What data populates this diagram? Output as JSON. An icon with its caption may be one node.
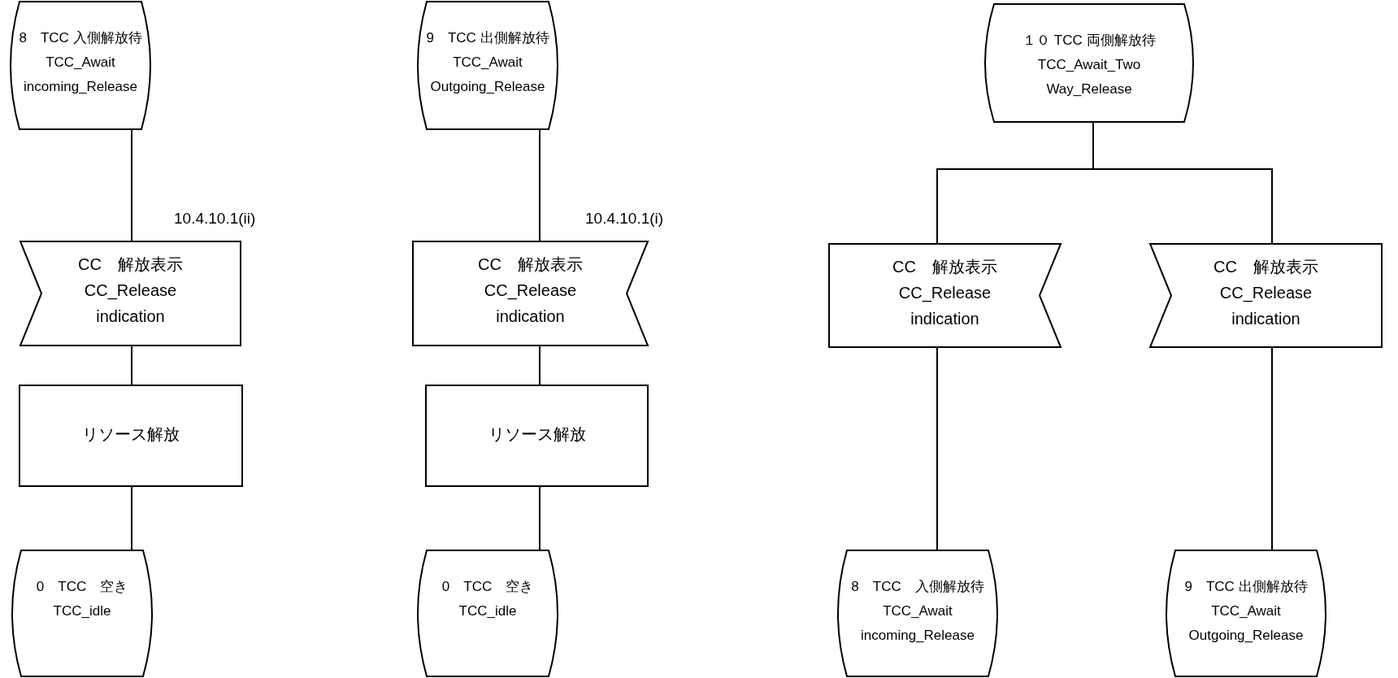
{
  "diagram": {
    "nodes": [
      {
        "text": [
          "8　TCC 入側解放待",
          "TCC_Await incoming_Release"
        ]
      },
      {
        "text": [
          "CC　解放表示",
          "CC_Release indication"
        ]
      },
      {
        "text": [
          "リソース解放"
        ]
      },
      {
        "text": [
          "0　TCC　空き",
          "TCC_idle"
        ]
      },
      {
        "text": [
          "9　TCC 出側解放待",
          "TCC_Await Outgoing_Release"
        ]
      },
      {
        "text": [
          "CC　解放表示",
          "CC_Release indication"
        ]
      },
      {
        "text": [
          "リソース解放"
        ]
      },
      {
        "text": [
          "0　TCC　空き",
          "TCC_idle"
        ]
      },
      {
        "text": [
          "１０ TCC 両側解放待",
          "TCC_Await_Two Way_Release"
        ]
      },
      {
        "text": [
          "CC　解放表示",
          "CC_Release indication"
        ]
      },
      {
        "text": [
          "8　TCC　入側解放待",
          "TCC_Await incoming_Release"
        ]
      },
      {
        "text": [
          "CC　解放表示",
          "CC_Release indication"
        ]
      },
      {
        "text": [
          "9　TCC 出側解放待",
          "TCC_Await Outgoing_Release"
        ]
      }
    ],
    "edges": [
      {
        "from": 0,
        "to": 1,
        "arrow": "none"
      },
      {
        "from": 1,
        "to": 2,
        "arrow": "none"
      },
      {
        "from": 2,
        "to": 3,
        "arrow": "none"
      },
      {
        "from": 4,
        "to": 5,
        "arrow": "none"
      },
      {
        "from": 5,
        "to": 6,
        "arrow": "none"
      },
      {
        "from": 6,
        "to": 7,
        "arrow": "none"
      },
      {
        "from": 8,
        "to": 9,
        "arrow": "none"
      },
      {
        "from": 8,
        "to": 11,
        "arrow": "none"
      },
      {
        "from": 9,
        "to": 10,
        "arrow": "none"
      },
      {
        "from": 11,
        "to": 12,
        "arrow": "none"
      }
    ],
    "labels": [
      "10.4.10.1(ii)",
      "10.4.10.1(i)"
    ]
  }
}
